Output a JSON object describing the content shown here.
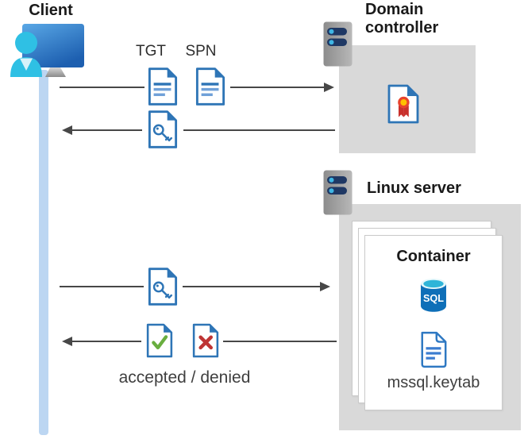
{
  "client": {
    "label": "Client"
  },
  "domain_controller": {
    "label": "Domain controller"
  },
  "linux_server": {
    "label": "Linux server"
  },
  "container": {
    "label": "Container",
    "sql_label": "SQL",
    "keytab_label": "mssql.keytab"
  },
  "flows": {
    "tgt_label": "TGT",
    "spn_label": "SPN",
    "result_caption": "accepted / denied"
  },
  "colors": {
    "document_blue": "#2E75B6",
    "arrow_gray": "#474747",
    "lifeline_blue": "#BCD6F2",
    "box_gray": "#D9D9D9",
    "server_bar_navy": "#1F3864",
    "server_dot_blue": "#3FB6E4",
    "accepted_green": "#69AE3F",
    "denied_red": "#BE3434",
    "seal_yellow": "#FFC000",
    "seal_red": "#D2372C",
    "sql_body_blue": "#0E6FB8",
    "sql_top_teal": "#2FB5D8",
    "client_monitor_blue": "#2F7CCC",
    "client_person_cyan": "#2FC0E4"
  },
  "icons": {
    "client": "user-at-computer-icon",
    "domain_controller": "server-icon",
    "linux_server": "server-icon",
    "certificate": "certificate-document-icon",
    "tgt": "document-icon",
    "spn": "document-icon",
    "service_ticket": "key-document-icon",
    "accepted": "check-document-icon",
    "denied": "cross-document-icon",
    "database": "sql-database-icon",
    "keytab": "document-icon"
  }
}
